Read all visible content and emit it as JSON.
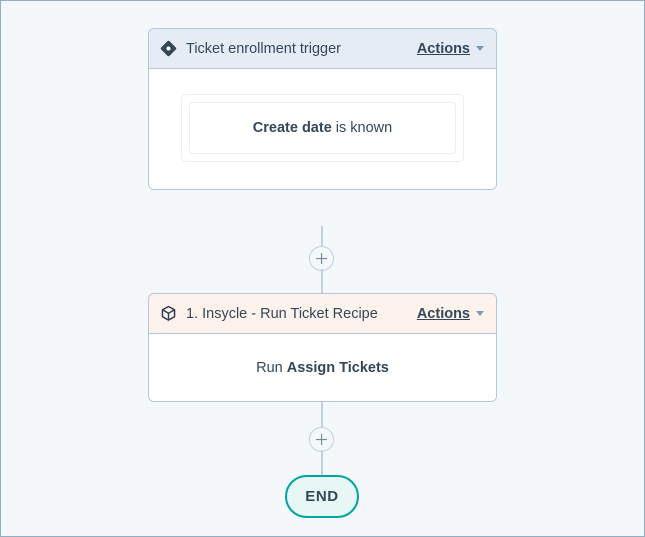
{
  "canvas": {
    "background_color": "#f4f8fa",
    "border_color": "#93aec3"
  },
  "trigger_node": {
    "icon": "diamond-trigger-icon",
    "title": "Ticket enrollment trigger",
    "header_color": "#e5ecf6",
    "actions": {
      "label": "Actions",
      "caret_icon": "chevron-down-icon"
    },
    "filter": {
      "property": "Create date",
      "operator": "is known"
    }
  },
  "action_node": {
    "icon": "cube-icon",
    "title": "1. Insycle - Run Ticket Recipe",
    "header_color": "#fdf3ec",
    "actions": {
      "label": "Actions",
      "caret_icon": "chevron-down-icon"
    },
    "body": {
      "prefix": "Run",
      "recipe_name": "Assign Tickets"
    }
  },
  "connectors": {
    "add_step_icon": "plus-icon",
    "line_color": "#c3cfdd"
  },
  "end_node": {
    "label": "END",
    "border_color": "#00a4a0",
    "fill_color": "#e7f7f3"
  }
}
